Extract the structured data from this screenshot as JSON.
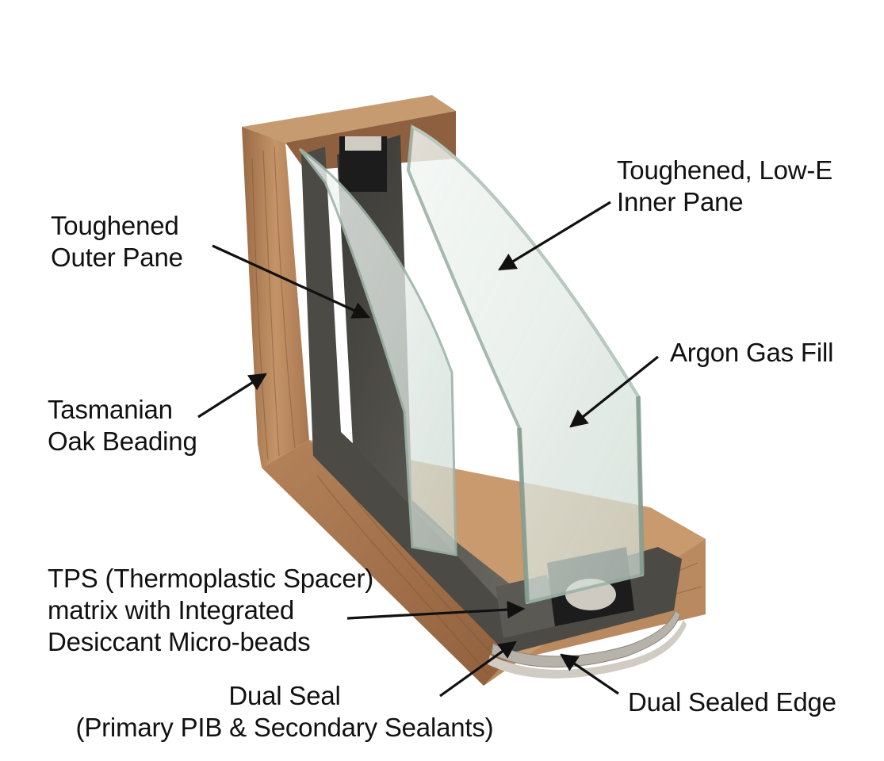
{
  "labels": {
    "inner_pane": [
      "Toughened, Low-E",
      "Inner Pane"
    ],
    "outer_pane": [
      "Toughened",
      "Outer Pane"
    ],
    "argon": [
      "Argon Gas Fill"
    ],
    "beading": [
      "Tasmanian",
      "Oak Beading"
    ],
    "tps": [
      "TPS (Thermoplastic Spacer)",
      "matrix with Integrated",
      "Desiccant Micro-beads"
    ],
    "dual_seal": [
      "Dual Seal",
      "(Primary PIB & Secondary Sealants)"
    ],
    "sealed_edge": [
      "Dual Sealed Edge"
    ]
  },
  "colors": {
    "oak_light": "#c49468",
    "oak_mid": "#a87650",
    "oak_dark": "#7d5233",
    "sealant": "#4b4a44",
    "spacer": "#1c1c1c",
    "glass": "#dfe9e3",
    "glass_edge": "#9fb4a8",
    "silver_seal": "#b8b3aa",
    "arrow": "#111111"
  }
}
